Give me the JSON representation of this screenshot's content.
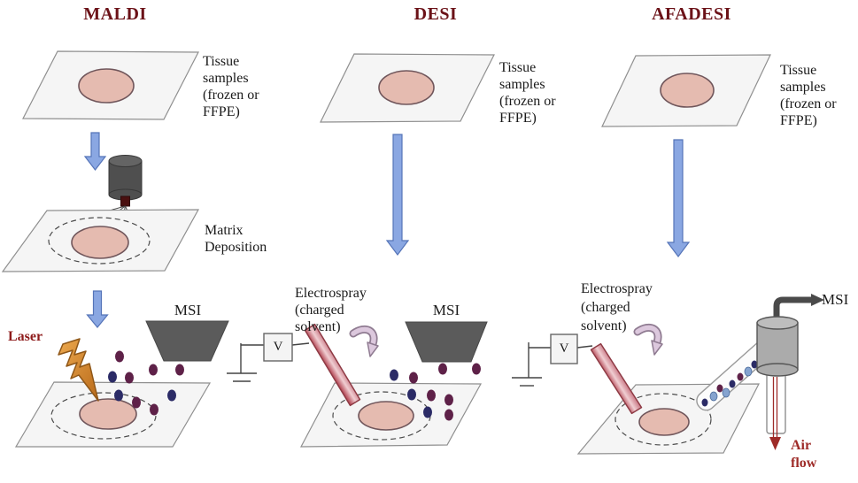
{
  "figure": {
    "maldi": {
      "title": "MALDI",
      "tissue_label": "Tissue\nsamples\n(frozen or\nFFPE)",
      "matrix_label": "Matrix\nDeposition",
      "laser_label": "Laser",
      "msi_label": "MSI"
    },
    "desi": {
      "title": "DESI",
      "tissue_label": "Tissue\nsamples\n(frozen or\nFFPE)",
      "electrospray_label": "Electrospray\n(charged\nsolvent)",
      "voltage_label": "V",
      "msi_label": "MSI"
    },
    "afadesi": {
      "title": "AFADESI",
      "tissue_label": "Tissue\nsamples\n(frozen or\nFFPE)",
      "electrospray_label": "Electrospray\n(charged\nsolvent)",
      "voltage_label": "V",
      "msi_label": "MSI",
      "airflow_label": "Air\nflow"
    }
  },
  "colors": {
    "title_maroon": "#6B1218",
    "label_black": "#1a1a1a",
    "laser_red": "#8E1B1B",
    "airflow_red": "#9E2B28",
    "arrow_blue_fill": "#8AA7E2",
    "arrow_blue_stroke": "#5574B8",
    "plate_fill": "#F5F5F5",
    "plate_stroke": "#8F8F8F",
    "tissue_fill": "#E5BBB0",
    "tissue_stroke": "#70565B",
    "dashed_ring": "#4a4a4a",
    "msi_inlet_gray": "#5B5B5B",
    "ion_maroon": "#5E2148",
    "ion_navy": "#2B2B66",
    "ion_lightblue": "#85A3CF",
    "sprayer_dark": "#4F4F4F",
    "nozzle_darkred": "#4A1010",
    "cylinder_gray": "#ABABAB",
    "elbow_gray": "#4A4A4A",
    "wire_gray": "#444444"
  }
}
